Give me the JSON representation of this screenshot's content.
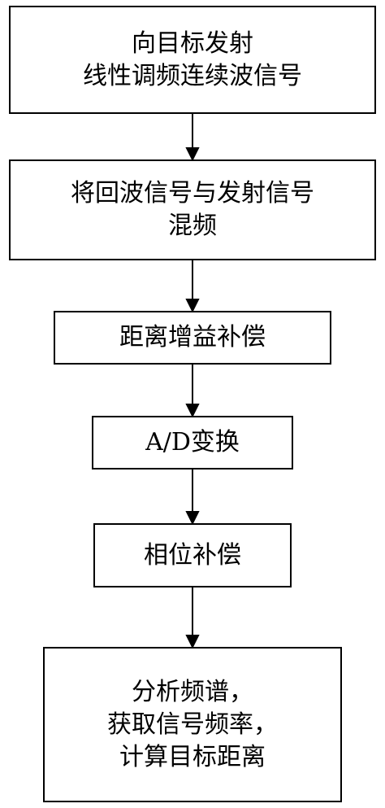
{
  "flowchart": {
    "steps": [
      {
        "lines": [
          "向目标发射",
          "线性调频连续波信号"
        ]
      },
      {
        "lines": [
          "将回波信号与发射信号",
          "混频"
        ]
      },
      {
        "lines": [
          "距离增益补偿"
        ]
      },
      {
        "lines": [
          "A/D变换"
        ]
      },
      {
        "lines": [
          "相位补偿"
        ]
      },
      {
        "lines": [
          "分析频谱，",
          "获取信号频率，",
          "计算目标距离"
        ]
      }
    ]
  }
}
